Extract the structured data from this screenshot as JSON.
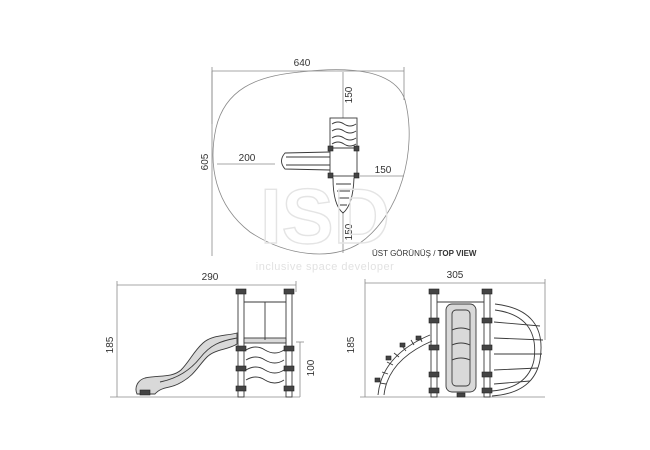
{
  "top_view": {
    "dim_width": "640",
    "dim_depth": "605",
    "dim_left": "200",
    "dim_top": "150",
    "dim_right": "150",
    "dim_bottom": "150",
    "caption_normal": "ÜST GÖRÜNÜŞ / ",
    "caption_bold": "TOP VIEW"
  },
  "watermark": {
    "logo": "ISD",
    "tagline": "inclusive space developer"
  },
  "side_view": {
    "dim_length": "290",
    "dim_height": "185",
    "dim_platform": "100"
  },
  "front_view": {
    "dim_width": "305",
    "dim_height": "185"
  }
}
